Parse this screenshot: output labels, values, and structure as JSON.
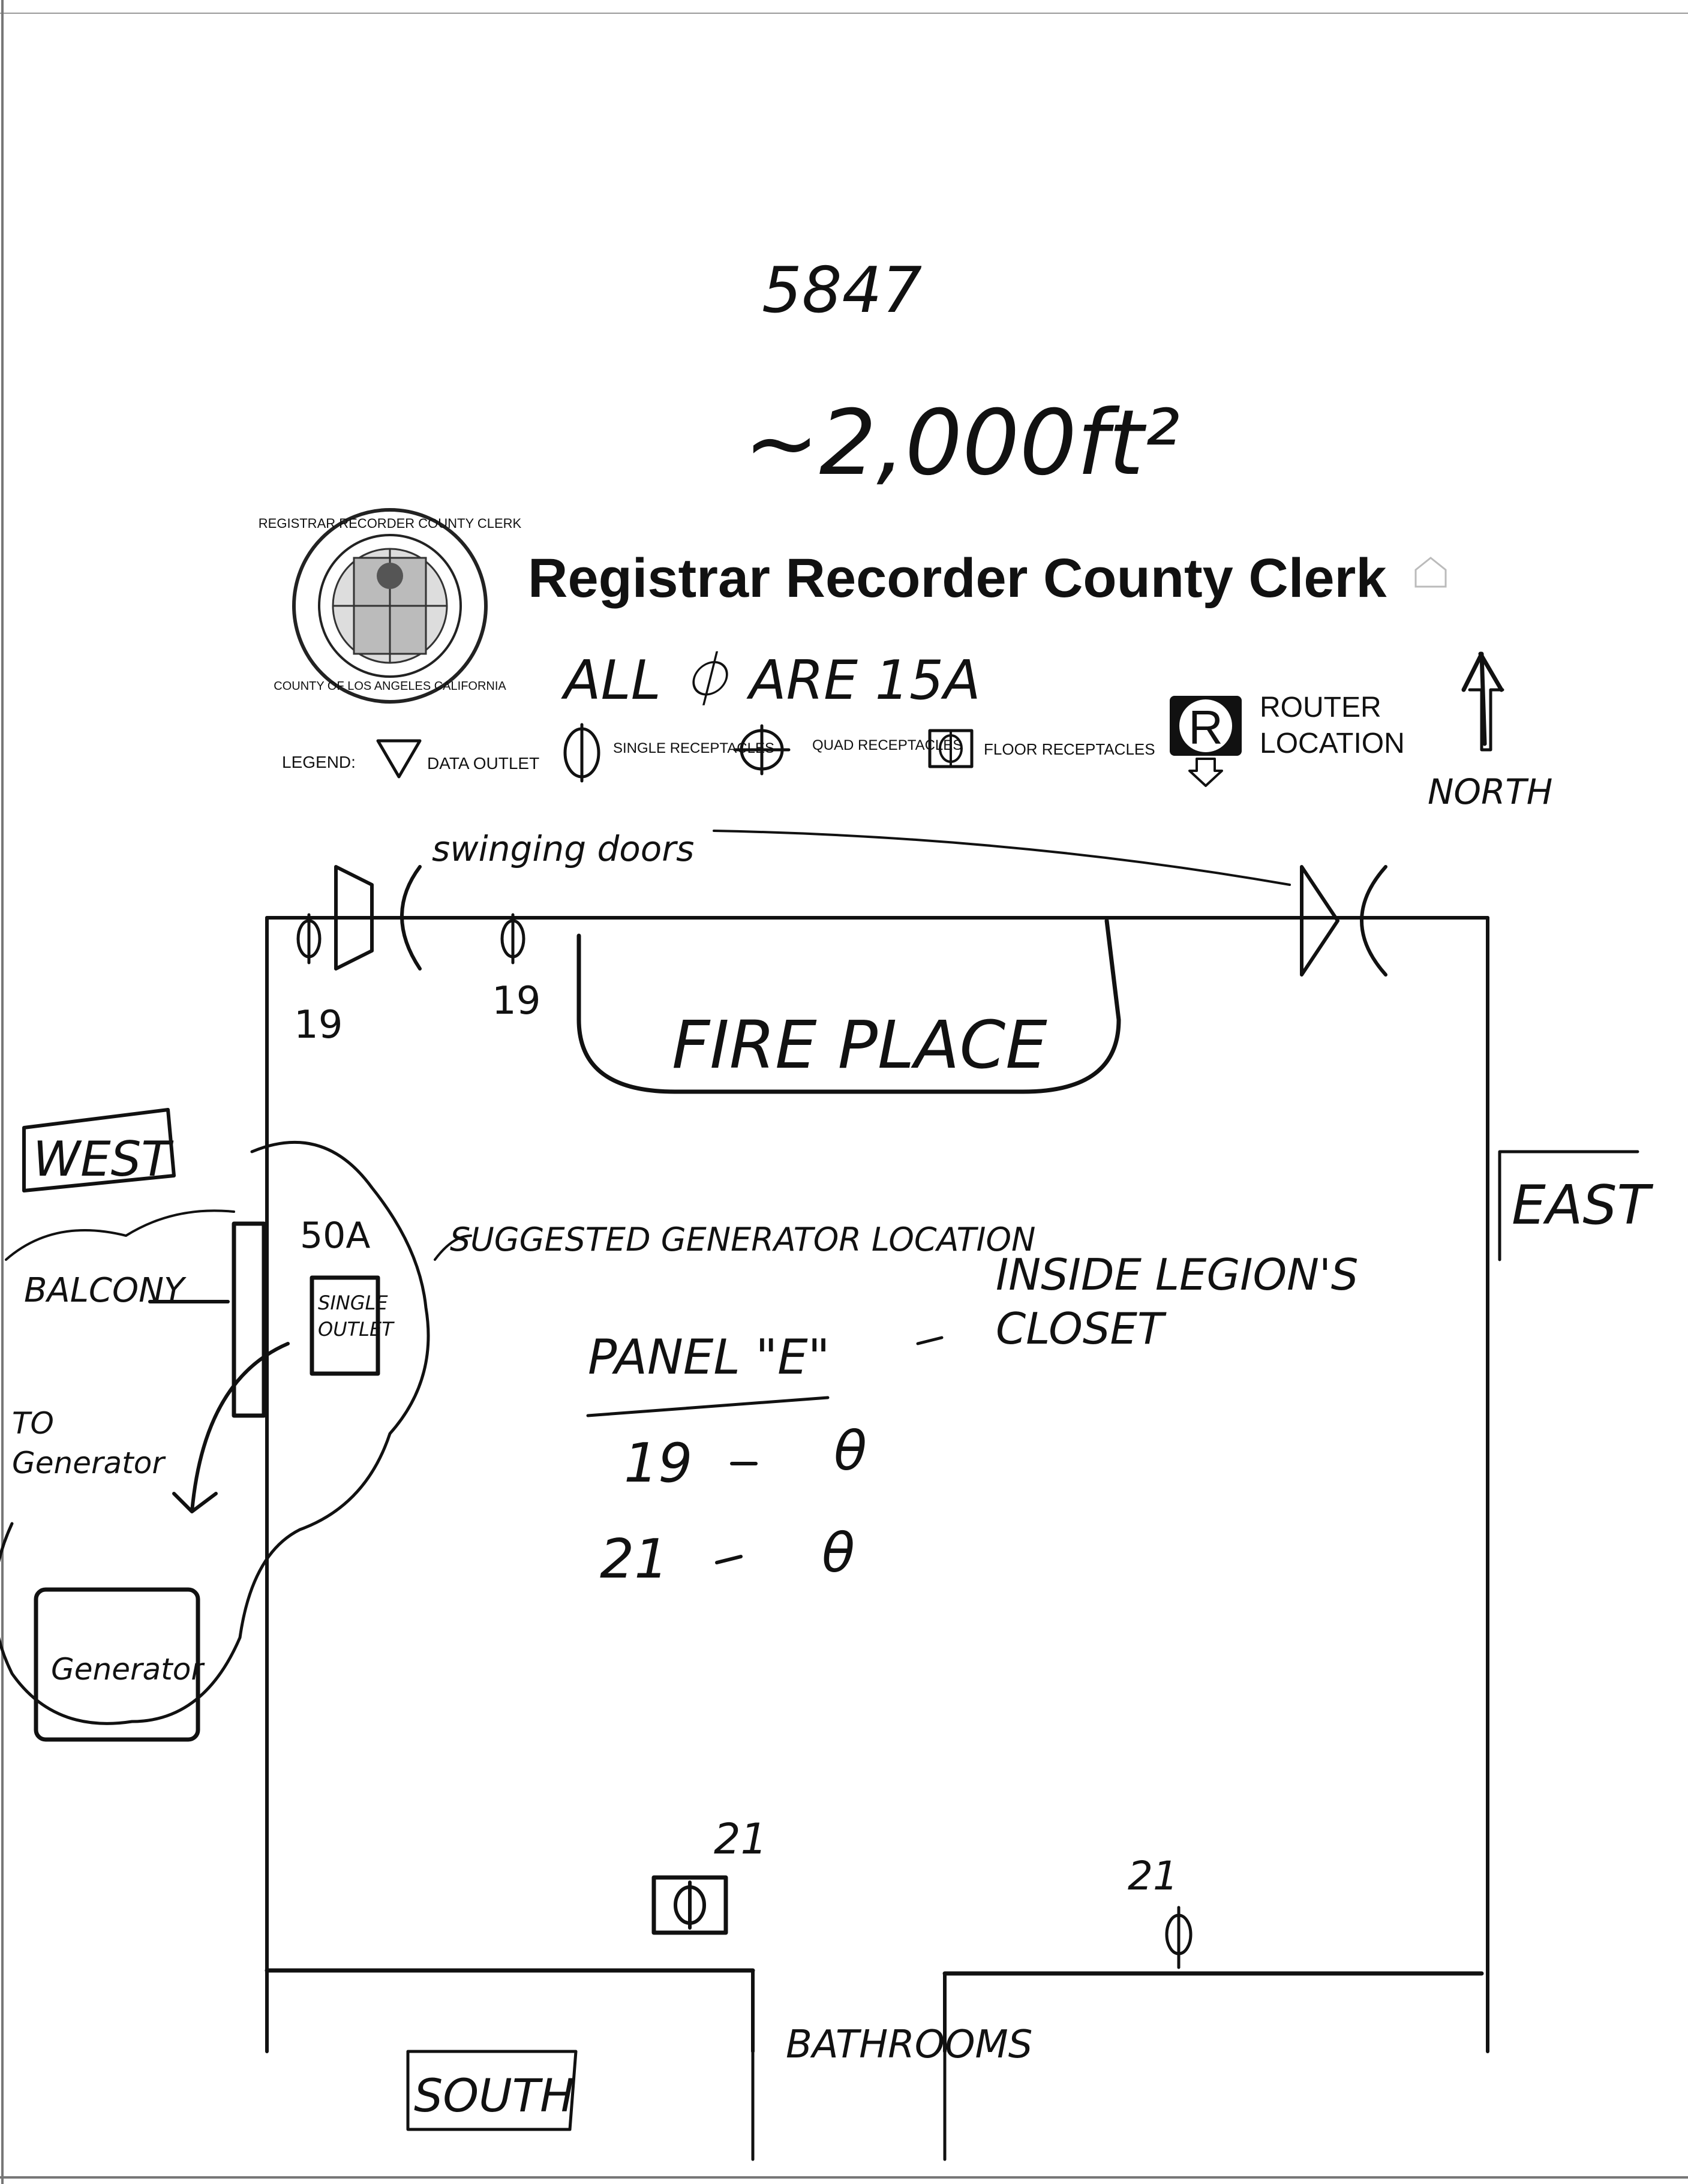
{
  "header": {
    "number": "5847",
    "area": "~2,000ft²",
    "org_title": "Registrar Recorder County Clerk",
    "note": "ALL ⏀ ARE 15A"
  },
  "legend": {
    "label": "LEGEND:",
    "items": [
      {
        "icon": "triangle-data-outlet-icon",
        "text": "DATA OUTLET"
      },
      {
        "icon": "single-receptacle-icon",
        "text": "SINGLE RECEPTACLES"
      },
      {
        "icon": "quad-receptacle-icon",
        "text": "QUAD RECEPTACLES"
      },
      {
        "icon": "floor-receptacle-icon",
        "text": "FLOOR RECEPTACLES"
      },
      {
        "icon": "router-icon",
        "text": "ROUTER LOCATION"
      }
    ],
    "router_letter": "R"
  },
  "compass": {
    "north": "NORTH",
    "west": "WEST",
    "east": "EAST",
    "south": "SOUTH"
  },
  "floorplan": {
    "doors_label": "swinging doors",
    "fireplace": "FIRE PLACE",
    "receptacle_labels": [
      "19",
      "19",
      "21",
      "21"
    ],
    "balcony": "BALCONY",
    "outlet_50a": "50A",
    "single_outlet": "SINGLE OUTLET",
    "generator_location": "SUGGESTED GENERATOR LOCATION",
    "to_generator": "TO Generator",
    "generator": "Generator",
    "panel": "PANEL \"E\"",
    "panel_note": "INSIDE LEGION'S CLOSET",
    "circuits": [
      {
        "circuit": "19",
        "phase": "θ"
      },
      {
        "circuit": "21",
        "phase": "θ"
      }
    ],
    "bathrooms": "BATHROOMS"
  }
}
